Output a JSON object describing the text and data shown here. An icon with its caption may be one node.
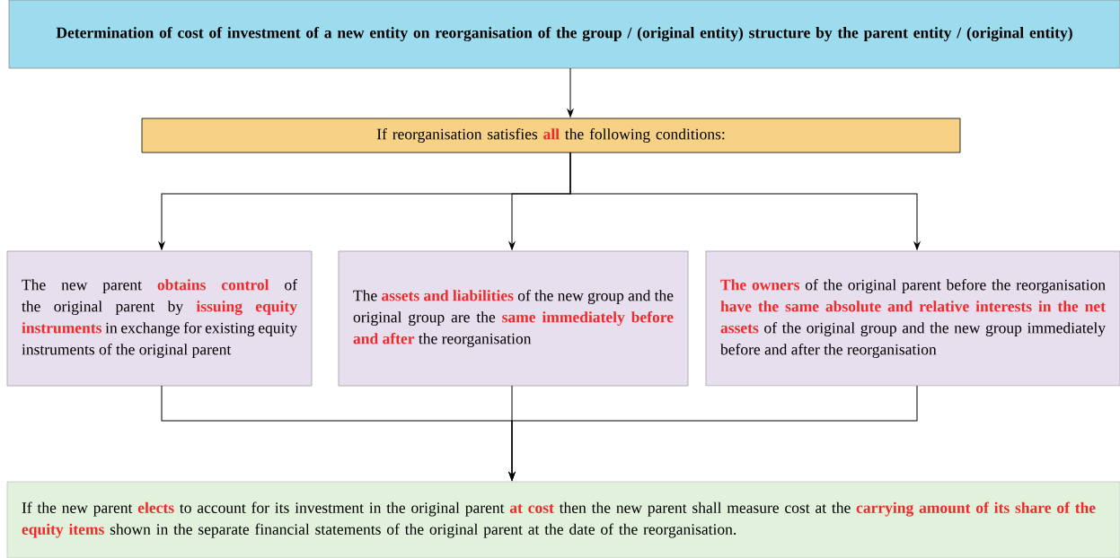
{
  "diagram": {
    "nodes": [
      {
        "text": [
          "Determination of cost of investment of a new entity on reorganisation of the group / (original entity) structure by the parent entity / (original entity)"
        ]
      },
      {
        "text": [
          "If reorganisation satisfies **all** the following conditions:"
        ]
      },
      {
        "text": [
          "The new parent **obtains control** of the original parent by **issuing equity instruments** in exchange for existing equity instruments of the original parent"
        ]
      },
      {
        "text": [
          "The **assets and liabilities** of the new group and the original group are the **same immediately before and after** the reorganisation"
        ]
      },
      {
        "text": [
          "**The owners** of the original parent before the reorganisation **have the same absolute and relative interests in the net assets** of the original group and the new group immediately before and after the reorganisation"
        ]
      },
      {
        "text": [
          "If the new parent **elects** to account for its investment in the original parent **at cost** then the new parent shall measure cost at the **carrying amount of its share of the equity items** shown in the separate financial statements of the original parent at the date of the reorganisation."
        ]
      }
    ],
    "edges": [
      {
        "from": 0,
        "to": 1,
        "arrow": "to"
      },
      {
        "from": 1,
        "to": 2,
        "arrow": "to"
      },
      {
        "from": 1,
        "to": 3,
        "arrow": "to"
      },
      {
        "from": 1,
        "to": 4,
        "arrow": "to"
      },
      {
        "from": 2,
        "to": 5,
        "arrow": "to"
      },
      {
        "from": 3,
        "to": 5,
        "arrow": "to"
      },
      {
        "from": 4,
        "to": 5,
        "arrow": "to"
      }
    ]
  }
}
